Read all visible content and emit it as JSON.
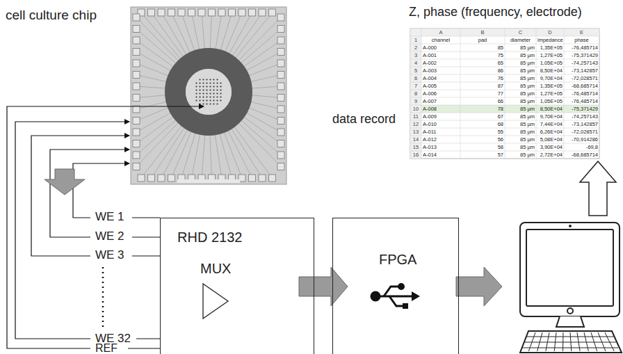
{
  "diagram": {
    "nodes": [
      {
        "text": [
          "RHD 2132",
          "MUX"
        ]
      },
      {
        "text": [
          "FPGA"
        ]
      }
    ],
    "edges": [
      {
        "from": 0,
        "to": 1,
        "arrow": "to"
      }
    ],
    "labels": [
      "cell culture chip",
      "Z, phase (frequency, electrode)",
      "data record",
      "WE 1",
      "WE 2",
      "WE 3",
      "WE 32",
      "REF",
      "A",
      "B",
      "C",
      "D",
      "E",
      "1",
      "channel",
      "pad",
      "diameter",
      "impedance",
      "phase",
      "2",
      "A-000",
      "85",
      "85 µm",
      "1,35E+05",
      "-76,485714",
      "3",
      "A-001",
      "75",
      "85 µm",
      "1,27E+05",
      "-75,371429",
      "4",
      "A-002",
      "65",
      "85 µm",
      "1,05E+05",
      "-74,257143",
      "5",
      "A-003",
      "86",
      "85 µm",
      "8,50E+04",
      "-73,142857",
      "6",
      "A-004",
      "76",
      "85 µm",
      "9,70E+04",
      "-72,028571",
      "7",
      "A-005",
      "87",
      "85 µm",
      "1,35E+05",
      "-68,685714",
      "8",
      "A-006",
      "77",
      "85 µm",
      "1,27E+05",
      "-76,485714",
      "9",
      "A-007",
      "66",
      "85 µm",
      "1,05E+05",
      "-76,485714",
      "10",
      "A-008",
      "78",
      "85 µm",
      "8,50E+04",
      "-75,371429",
      "11",
      "A-009",
      "67",
      "85 µm",
      "9,70E+04",
      "-74,257143",
      "12",
      "A-010",
      "68",
      "85 µm",
      "7,44E+04",
      "-73,142857",
      "13",
      "A-011",
      "55",
      "85 µm",
      "6,26E+04",
      "-72,028571",
      "14",
      "A-012",
      "56",
      "85 µm",
      "5,08E+04",
      "-70,914286",
      "15",
      "A-013",
      "58",
      "85 µm",
      "3,90E+04",
      "-69,8",
      "16",
      "A-014",
      "57",
      "85 µm",
      "2,72E+04",
      "-68,685714"
    ]
  }
}
